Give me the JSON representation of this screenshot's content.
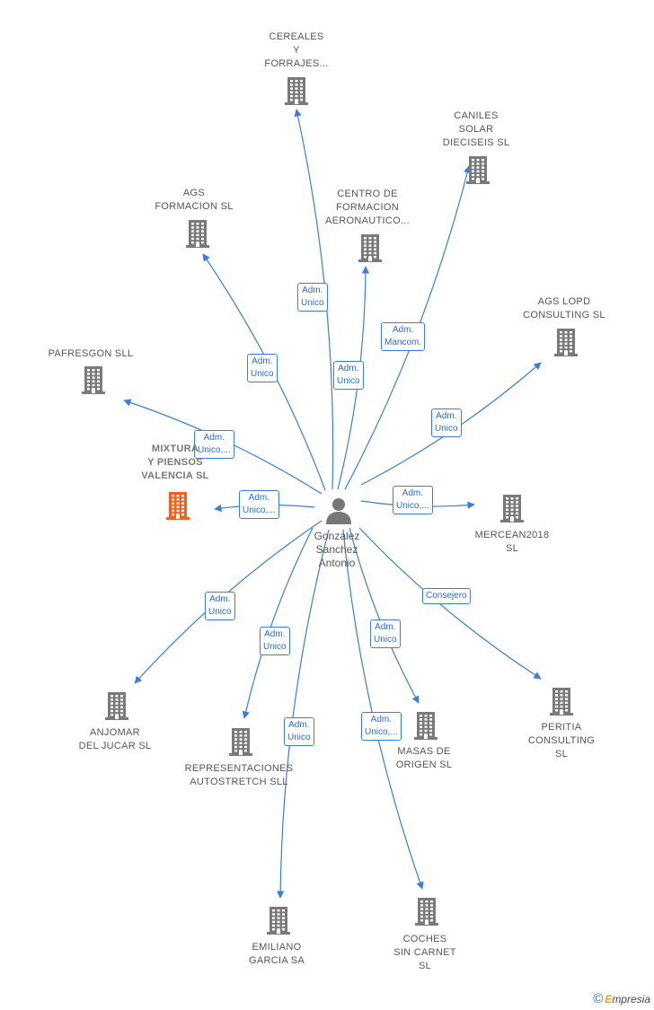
{
  "center": {
    "name_lines": [
      "Gonzalez",
      "Sanchez",
      "Antonio"
    ],
    "icon": "person-icon"
  },
  "colors": {
    "edge": "#3a7fd5",
    "building": "#7a7a7a",
    "building_highlight": "#f26122"
  },
  "companies": [
    {
      "id": "cereales",
      "lines": [
        "CEREALES",
        "Y",
        "FORRAJES..."
      ],
      "role_lines": [
        "Adm.",
        "Unico"
      ],
      "highlight": false
    },
    {
      "id": "caniles",
      "lines": [
        "CANILES",
        "SOLAR",
        "DIECISEIS SL"
      ],
      "role_lines": [
        "Adm.",
        "Mancom."
      ],
      "highlight": false
    },
    {
      "id": "ags-formacion",
      "lines": [
        "AGS",
        "FORMACION SL"
      ],
      "role_lines": [
        "Adm.",
        "Unico"
      ],
      "highlight": false
    },
    {
      "id": "centro-formacion",
      "lines": [
        "CENTRO DE",
        "FORMACION",
        "AERONAUTICO..."
      ],
      "role_lines": [
        "Adm.",
        "Unico"
      ],
      "highlight": false
    },
    {
      "id": "ags-lopd",
      "lines": [
        "AGS LOPD",
        "CONSULTING SL"
      ],
      "role_lines": [
        "Adm.",
        "Unico"
      ],
      "highlight": false
    },
    {
      "id": "pafresgon",
      "lines": [
        "PAFRESGON SLL"
      ],
      "role_lines": [
        "Adm.",
        "Unico,..."
      ],
      "highlight": false
    },
    {
      "id": "mixtura",
      "lines": [
        "MIXTURA",
        "Y PIENSOS",
        "VALENCIA  SL"
      ],
      "role_lines": [
        "Adm.",
        "Unico,..."
      ],
      "highlight": true
    },
    {
      "id": "mercean",
      "lines": [
        "MERCEAN2018",
        "SL"
      ],
      "role_lines": [
        "Adm.",
        "Unico,..."
      ],
      "highlight": false
    },
    {
      "id": "anjomar",
      "lines": [
        "ANJOMAR",
        "DEL JUCAR  SL"
      ],
      "role_lines": [
        "Adm.",
        "Unico"
      ],
      "highlight": false
    },
    {
      "id": "representaciones",
      "lines": [
        "REPRESENTACIONES",
        "AUTOSTRETCH SLL"
      ],
      "role_lines": [
        "Adm.",
        "Unico"
      ],
      "highlight": false
    },
    {
      "id": "masas",
      "lines": [
        "MASAS DE",
        "ORIGEN SL"
      ],
      "role_lines": [
        "Adm.",
        "Unico"
      ],
      "highlight": false
    },
    {
      "id": "peritia",
      "lines": [
        "PERITIA",
        "CONSULTING",
        "SL"
      ],
      "role_lines": [
        "Consejero"
      ],
      "highlight": false
    },
    {
      "id": "emiliano",
      "lines": [
        "EMILIANO",
        "GARCIA SA"
      ],
      "role_lines": [
        "Adm.",
        "Unico"
      ],
      "highlight": false
    },
    {
      "id": "coches",
      "lines": [
        "COCHES",
        "SIN CARNET",
        "SL"
      ],
      "role_lines": [
        "Adm.",
        "Unico,..."
      ],
      "highlight": false
    }
  ],
  "watermark": {
    "symbol": "©",
    "brand_initial": "E",
    "brand_rest": "mpresia"
  }
}
